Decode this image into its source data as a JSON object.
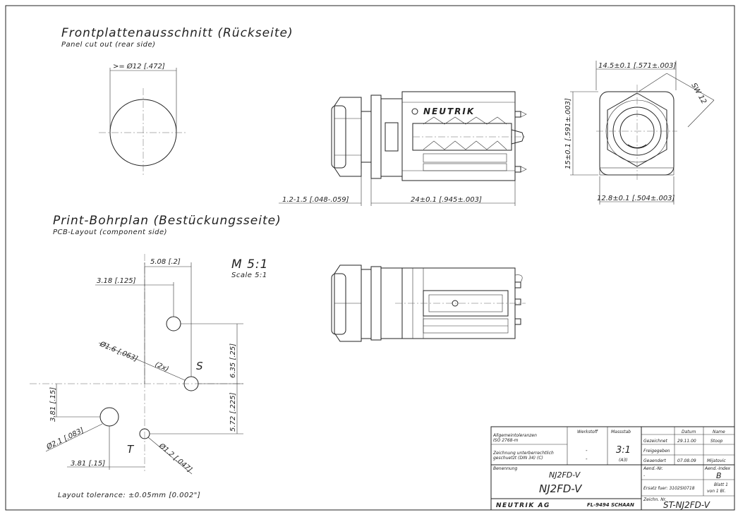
{
  "panel": {
    "title": "Frontplattenausschnitt (Rückseite)",
    "subtitle": "Panel cut out (rear side)",
    "dim_diameter": ">= Ø12 [.472]"
  },
  "pcb": {
    "title": "Print-Bohrplan (Bestückungsseite)",
    "subtitle": "PCB-Layout (component side)",
    "scale_label": "M 5:1",
    "scale_sub": "Scale 5:1",
    "dim_508": "5.08 [.2]",
    "dim_318": "3.18 [.125]",
    "dim_hole_16": "Ø1.6 [.063]",
    "dim_hole_16_qty": "(2x)",
    "label_s": "S",
    "label_t": "T",
    "dim_635": "6.35 [.25]",
    "dim_572": "5.72 [.225]",
    "dim_381_v": "3.81 [.15]",
    "dim_hole_21": "Ø2.1 [.083]",
    "dim_hole_12": "Ø1.2 [.047]",
    "dim_381_h": "3.81 [.15]",
    "tolerance": "Layout tolerance: ±0.05mm [0.002\"]"
  },
  "side_view": {
    "brand": "NEUTRIK",
    "dim_panel": "1.2-1.5 [.048-.059]",
    "dim_length": "24±0.1 [.945±.003]"
  },
  "front_view": {
    "dim_width": "14.5±0.1 [.571±.003]",
    "dim_height": "15±0.1 [.591±.003]",
    "dim_bottom": "12.8±0.1 [.504±.003]",
    "dim_sw": "SW 12"
  },
  "title_block": {
    "tol_label": "Allgemeintoleranzen",
    "tol_value": "ISO 2768-m",
    "werkstoff_label": "Werkstoff",
    "werkstoff_1": "-",
    "werkstoff_2": "-",
    "massstab_label": "Massstab",
    "massstab_value": "3:1",
    "massstab_format": "(A3)",
    "note_1": "Zeichnung unterberrechtlich",
    "note_2": "geschuetzt (DIN 34) (C)",
    "datum_label": "Datum",
    "name_label": "Name",
    "gezeichnet_label": "Gezeichnet",
    "gezeichnet_date": "29.11.00",
    "gezeichnet_name": "Stoop",
    "freigegeben_label": "Freigegeben",
    "geaendert_label": "Geaendert",
    "geaendert_date": "07.08.09",
    "geaendert_name": "Mijatovic",
    "benennung_label": "Benennung",
    "benennung_1": "NJ2FD-V",
    "benennung_2": "NJ2FD-V",
    "aend_nr_label": "Aend.-Nr.",
    "aend_nr_value": "-",
    "aend_index_label": "Aend.-Index",
    "aend_index_value": "B",
    "ersatz": "Ersatz fuer: 3102SI0718",
    "blatt_1": "Blatt 1",
    "blatt_2": "von 1 Bl.",
    "zeichn_label": "Zeichn. Nr.",
    "zeichn_value": "ST-NJ2FD-V",
    "company": "NEUTRIK AG",
    "company_addr": "FL-9494 SCHAAN"
  }
}
